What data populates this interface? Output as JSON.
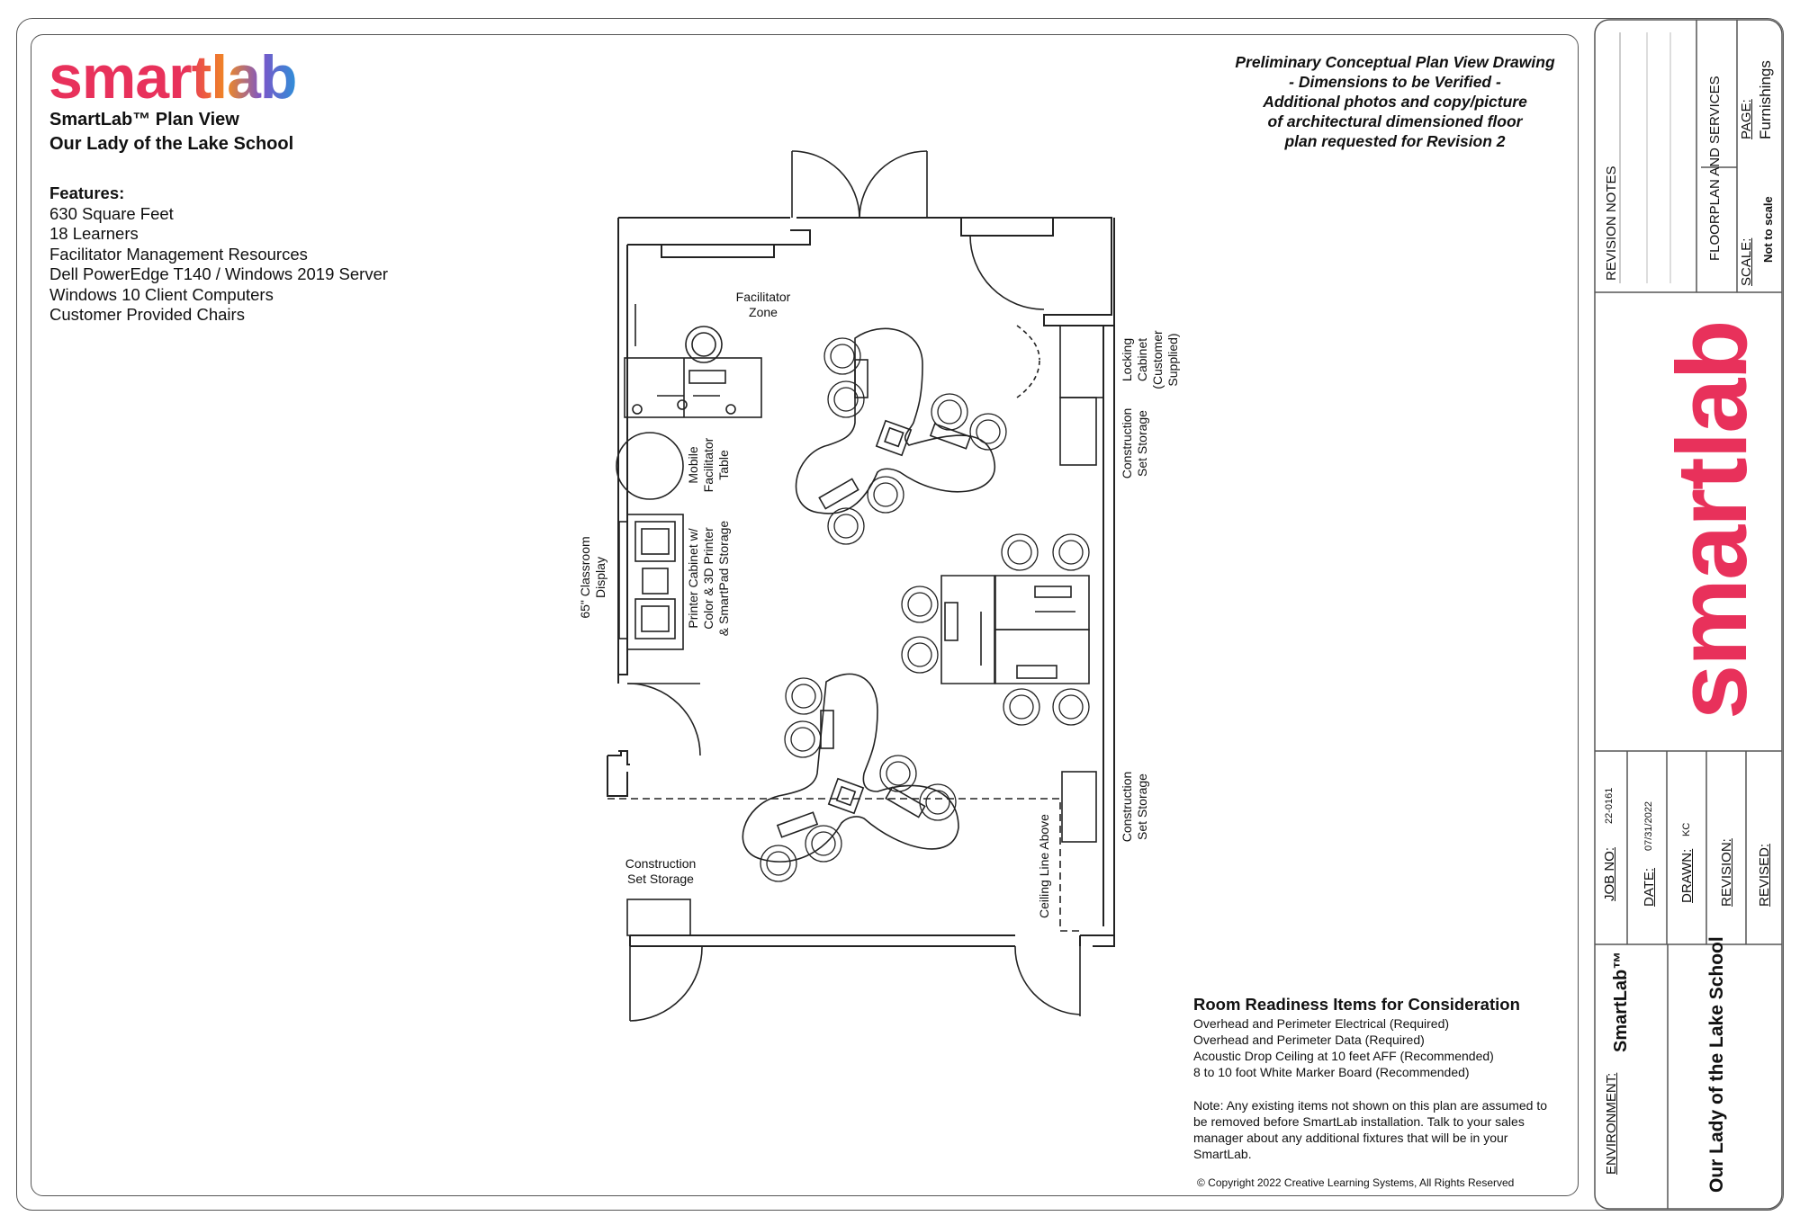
{
  "brand": {
    "logo_text": "smartlab",
    "logo_colors": [
      "#e8315b",
      "#f08a24",
      "#7b55c9",
      "#2f8fd8"
    ]
  },
  "header": {
    "line1": "SmartLab™ Plan View",
    "line2": "Our Lady of the Lake School"
  },
  "features": {
    "heading": "Features:",
    "items": [
      "630 Square Feet",
      "18 Learners",
      "Facilitator Management Resources",
      "Dell PowerEdge T140 / Windows 2019 Server",
      "Windows 10 Client Computers",
      "Customer Provided Chairs"
    ]
  },
  "preliminary": [
    "Preliminary Conceptual Plan View Drawing",
    "- Dimensions to be Verified -",
    "Additional photos and copy/picture",
    "of architectural dimensioned floor",
    "plan requested for Revision 2"
  ],
  "plan_labels": {
    "facilitator_zone": [
      "Facilitator",
      "Zone"
    ],
    "mobile_table": [
      "Mobile",
      "Facilitator",
      "Table"
    ],
    "printer_cabinet": [
      "Printer Cabinet w/",
      "Color & 3D Printer",
      "& SmartPad Storage"
    ],
    "classroom_display": [
      "65\" Classroom",
      "Display"
    ],
    "locking_cabinet": [
      "Locking",
      "Cabinet",
      "(Customer",
      "Supplied)"
    ],
    "construction_storage_right_top": [
      "Construction",
      "Set Storage"
    ],
    "construction_storage_right_bottom": [
      "Construction",
      "Set Storage"
    ],
    "construction_storage_left": [
      "Construction",
      "Set Storage"
    ],
    "ceiling_line": "Ceiling Line Above"
  },
  "readiness": {
    "heading": "Room Readiness Items for Consideration",
    "items": [
      "Overhead and Perimeter Electrical (Required)",
      "Overhead and Perimeter Data (Required)",
      "Acoustic Drop Ceiling at 10 feet AFF (Recommended)",
      "8 to 10 foot White Marker Board (Recommended)"
    ]
  },
  "note": "Note: Any existing items not shown on this plan are assumed to be removed before SmartLab installation. Talk to your sales manager about any additional fixtures that will be in your SmartLab.",
  "copyright": "© Copyright 2022 Creative Learning Systems, All Rights Reserved",
  "title_block": {
    "revision_notes": "REVISION NOTES",
    "floorplan": "FLOORPLAN AND SERVICES",
    "page_label": "PAGE:",
    "page_value": "Furnishings",
    "scale_label": "SCALE:",
    "scale_value": "Not to scale",
    "job_no_label": "JOB NO:",
    "job_no_value": "22-0161",
    "date_label": "DATE:",
    "date_value": "07/31/2022",
    "drawn_label": "DRAWN:",
    "drawn_value": "KC",
    "revision_label": "REVISION:",
    "revised_label": "REVISED:",
    "environment_label": "ENVIRONMENT:",
    "environment_value": "SmartLab™",
    "school": "Our Lady of the Lake School",
    "logo_text": "smartlab"
  }
}
